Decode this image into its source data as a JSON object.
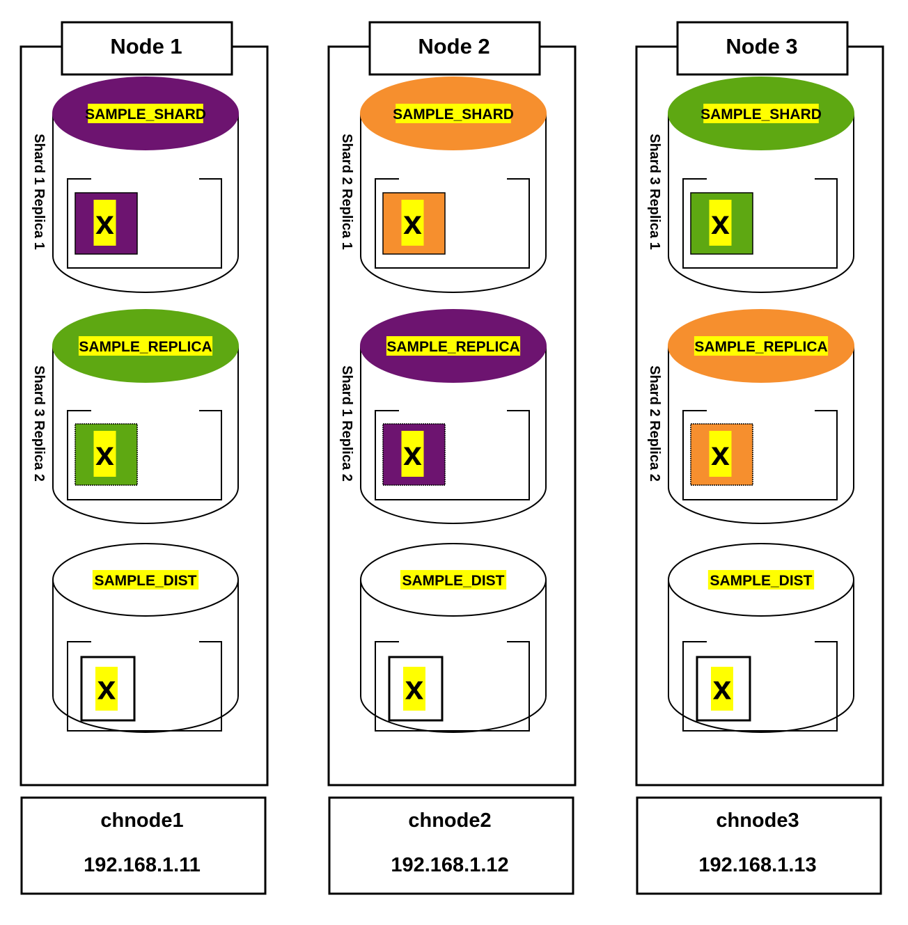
{
  "colors": {
    "purple": "#6d1470",
    "orange": "#f68f2e",
    "green": "#5ea812",
    "highlight": "#ffff00",
    "white": "#ffffff"
  },
  "nodes": [
    {
      "title": "Node 1",
      "hostname": "chnode1",
      "ip": "192.168.1.11",
      "tables": [
        {
          "label": "SAMPLE_SHARD",
          "color": "purple",
          "side_label": "Shard 1 Replica 1",
          "marker": "x"
        },
        {
          "label": "SAMPLE_REPLICA",
          "color": "green",
          "side_label": "Shard 3 Replica 2",
          "marker": "x"
        },
        {
          "label": "SAMPLE_DIST",
          "color": "white",
          "side_label": "",
          "marker": "x"
        }
      ]
    },
    {
      "title": "Node 2",
      "hostname": "chnode2",
      "ip": "192.168.1.12",
      "tables": [
        {
          "label": "SAMPLE_SHARD",
          "color": "orange",
          "side_label": "Shard 2 Replica 1",
          "marker": "x"
        },
        {
          "label": "SAMPLE_REPLICA",
          "color": "purple",
          "side_label": "Shard 1 Replica 2",
          "marker": "x"
        },
        {
          "label": "SAMPLE_DIST",
          "color": "white",
          "side_label": "",
          "marker": "x"
        }
      ]
    },
    {
      "title": "Node 3",
      "hostname": "chnode3",
      "ip": "192.168.1.13",
      "tables": [
        {
          "label": "SAMPLE_SHARD",
          "color": "green",
          "side_label": "Shard 3 Replica 1",
          "marker": "x"
        },
        {
          "label": "SAMPLE_REPLICA",
          "color": "orange",
          "side_label": "Shard 2 Replica 2",
          "marker": "x"
        },
        {
          "label": "SAMPLE_DIST",
          "color": "white",
          "side_label": "",
          "marker": "x"
        }
      ]
    }
  ]
}
